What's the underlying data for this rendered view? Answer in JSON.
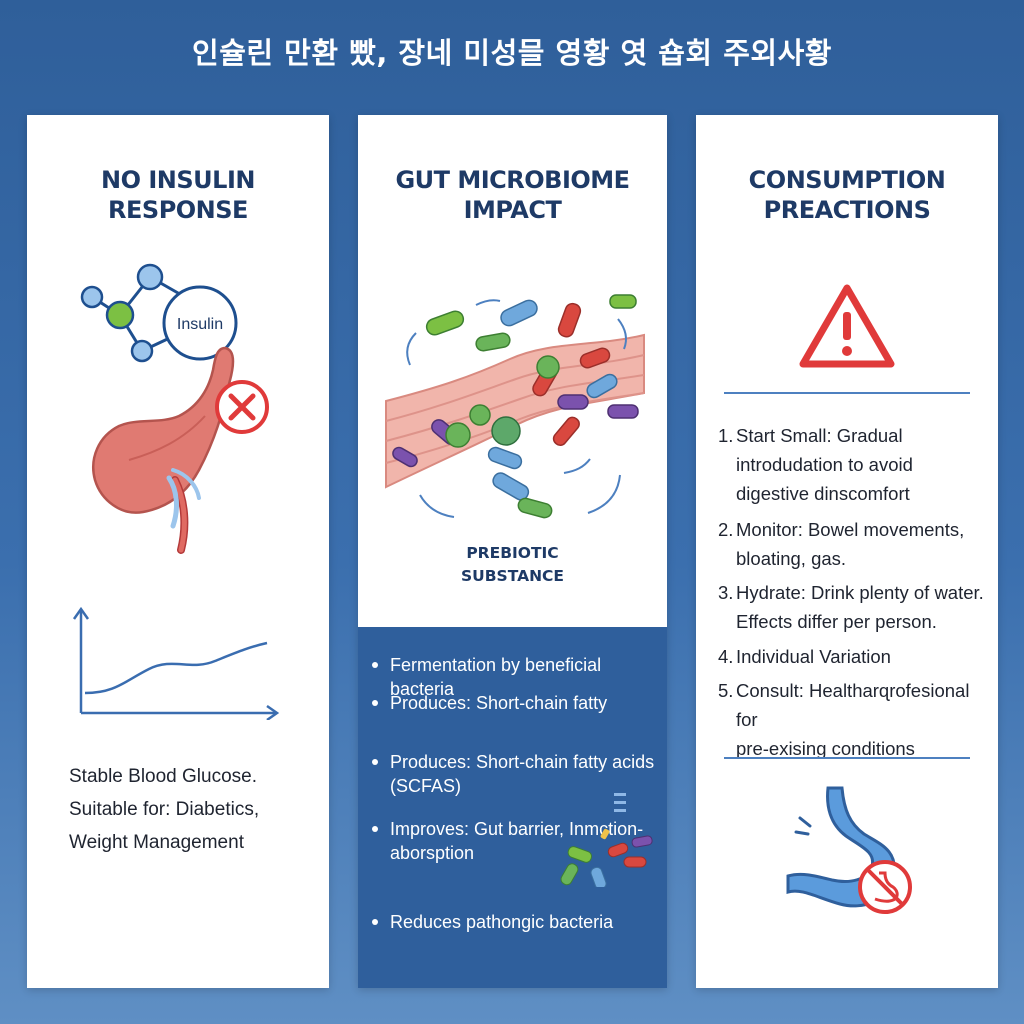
{
  "title": "인슐린 만환 빴, 장네 미성믈 영황 엿 숍회 주외사황",
  "colors": {
    "background": "#2f5f9a",
    "heading": "#1e3a66",
    "accent_blue": "#2f5f9c",
    "warning_red": "#e03a3a",
    "organ_pink": "#e07a72"
  },
  "panels": [
    {
      "heading": [
        "NO INSULIN",
        "RESPONSE"
      ],
      "insulin_label": "Insulin",
      "icons": [
        "molecule-icon",
        "pancreas-icon",
        "no-response-icon",
        "glucose-chart-icon"
      ],
      "text": [
        "Stable Blood Glucose.",
        "Suitable for: Diabetics,",
        "Weight Management"
      ]
    },
    {
      "heading": [
        "GUT MICROBIOME",
        "IMPACT"
      ],
      "illustration_label": [
        "PREBIOTIC",
        "SUBSTANCE"
      ],
      "icons": [
        "intestine-bacteria-icon",
        "cycle-arrows-icon",
        "bacteria-cluster-icon"
      ],
      "bullets": [
        [
          "Fermentation by beneficial bacteria"
        ],
        [
          "Produces: Short-chain fatty"
        ],
        [
          "Produces: Short-chain fatty acids",
          "(SCFAS)"
        ],
        [
          "Improves: Gut barrier, Inmction-",
          "aborsption"
        ],
        [
          "Reduces pathongic bacteria"
        ]
      ]
    },
    {
      "heading": [
        "CONSUMPTION",
        "PREACTIONS"
      ],
      "icons": [
        "warning-icon",
        "stomach-icon",
        "stomach-discomfort-icon"
      ],
      "steps": [
        {
          "num": "1.",
          "lines": [
            "Start Small: Gradual",
            "introdudation to avoid",
            "digestive dinscomfort"
          ]
        },
        {
          "num": "2.",
          "lines": [
            "Monitor: Bowel movements,",
            "bloating, gas."
          ]
        },
        {
          "num": "3.",
          "lines": [
            "Hydrate: Drink plenty of water.",
            "Effects differ per person."
          ]
        },
        {
          "num": "4.",
          "lines": [
            "Individual Variation"
          ]
        },
        {
          "num": "5.",
          "lines": [
            "Consult: Healtharɋrofesional for",
            "pre-exising conditions"
          ]
        }
      ]
    }
  ]
}
